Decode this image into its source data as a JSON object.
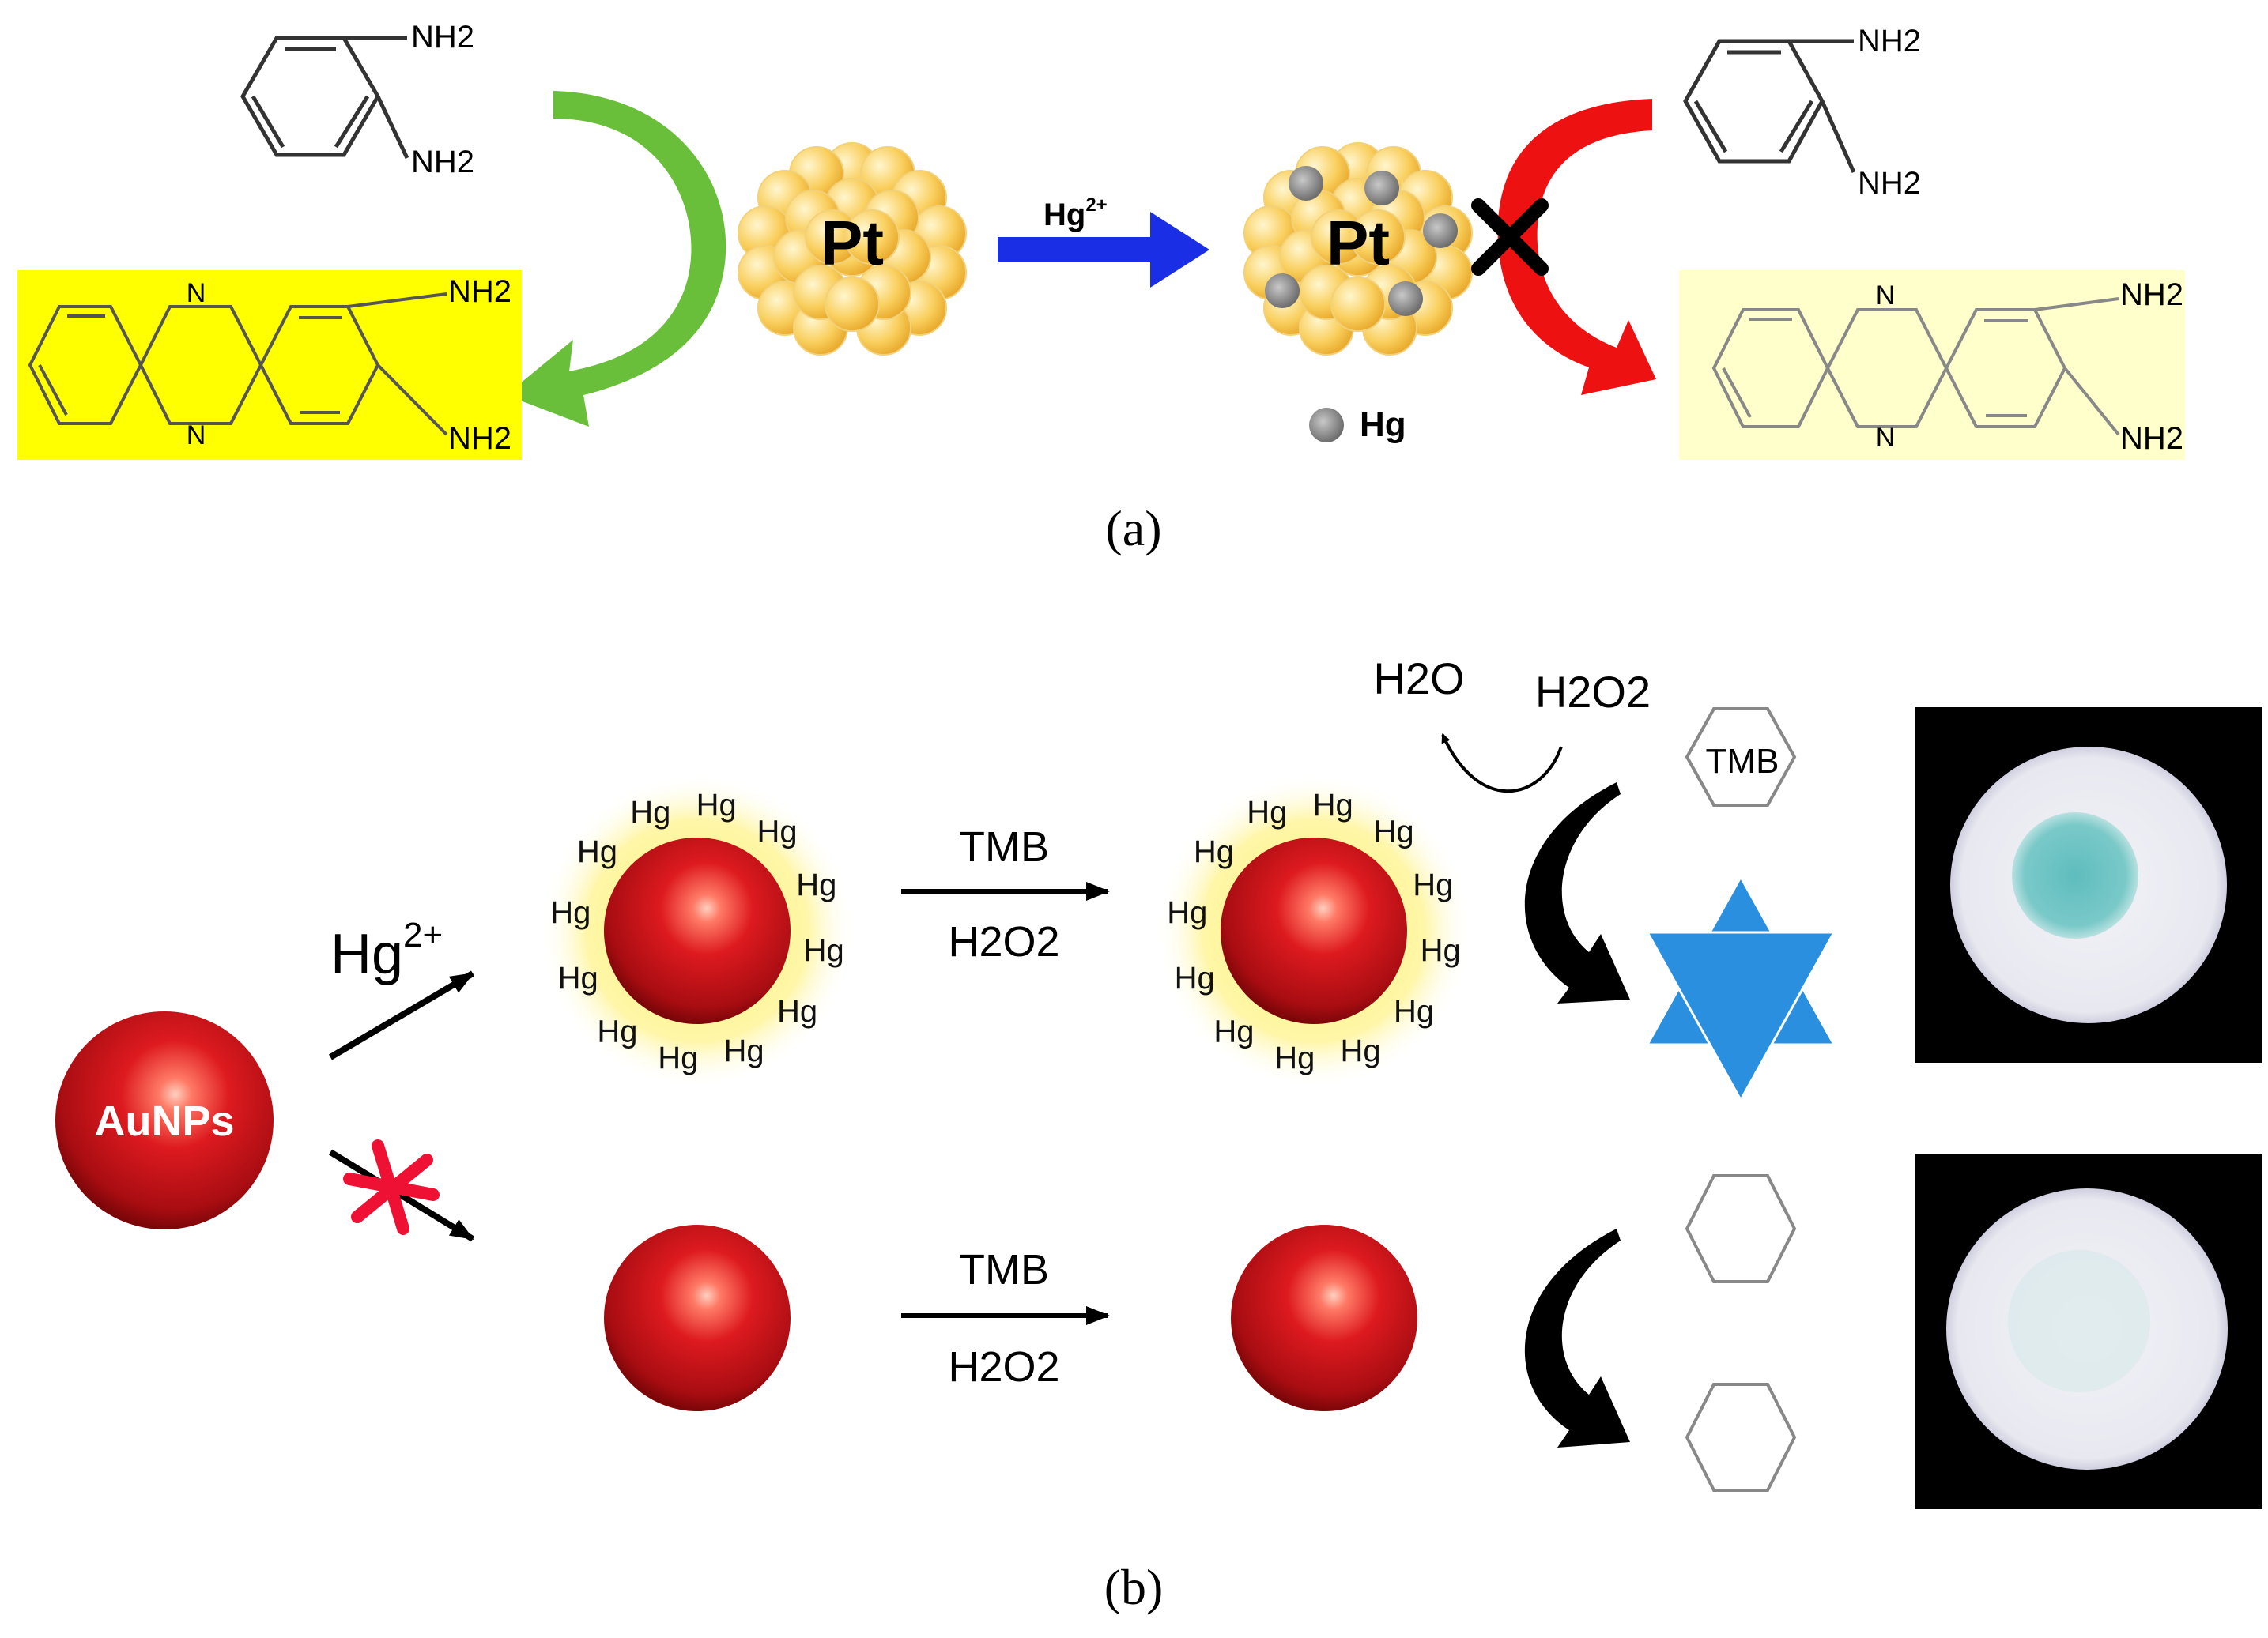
{
  "panel_a": {
    "caption": "(a)",
    "reactant_groups": [
      "NH2",
      "NH2"
    ],
    "product_ring_atoms": [
      "N",
      "N"
    ],
    "product_groups": [
      "NH2",
      "NH2"
    ],
    "catalyst_label": "Pt",
    "ion_label": "Hg2+",
    "poisoned_catalyst_label": "Pt",
    "legend_label": "Hg",
    "colors": {
      "active_product_bg": "#ffff00",
      "inactive_product_bg": "#ffffcc",
      "green_arrow": "#6abf3a",
      "red_arrow": "#ee1111",
      "blue_arrow": "#1a2ee6",
      "pt_gold": "#f7c64f",
      "hg_grey": "#888888"
    }
  },
  "panel_b": {
    "caption": "(b)",
    "nanoparticle_label": "AuNPs",
    "ion_label": "Hg2+",
    "hg_label": "Hg",
    "reagent_top": "TMB",
    "reagent_bottom": "H2O2",
    "cycle_product": "H2O",
    "cycle_reactant": "H2O2",
    "substrate_label": "TMB",
    "colors": {
      "particle_red": "#c8141a",
      "halo_yellow": "#fff06a",
      "oxidized_tmb": "#2b8fe0",
      "spot_blue": "#6cc0c0"
    }
  }
}
